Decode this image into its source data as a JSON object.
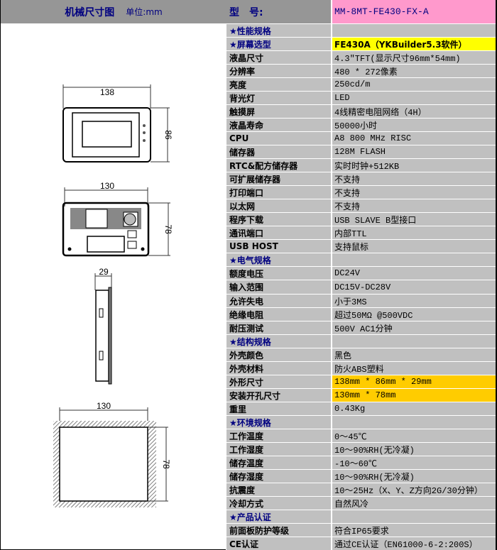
{
  "left_header": {
    "title": "机械尺寸图",
    "unit": "单位:mm"
  },
  "drawings": {
    "front": {
      "width": "138",
      "height": "86"
    },
    "back": {
      "width": "130",
      "height": "78"
    },
    "side": {
      "depth": "29"
    },
    "cutout": {
      "width": "130",
      "height": "78"
    }
  },
  "colors": {
    "pink": "#ff99cc",
    "yellow": "#ffff00",
    "orange": "#ffcc00",
    "navy": "#000080",
    "gray": "#c0c0c0",
    "header_gray": "#969696"
  },
  "rows": [
    {
      "label": "型　号:",
      "value": "MM-8MT-FE430-FX-A",
      "type": "head",
      "bg": "#ff99cc"
    },
    {
      "label": "★性能规格",
      "value": "",
      "type": "section"
    },
    {
      "label": "★屏幕选型",
      "value": "FE430A（YKBuilder5.3软件）",
      "type": "section",
      "bg": "#ffff00",
      "bold": true
    },
    {
      "label": "液晶尺寸",
      "value": "4.3\"TFT(显示尺寸96mm*54mm)"
    },
    {
      "label": "分辨率",
      "value": "480 * 272像素"
    },
    {
      "label": "亮度",
      "value": "250cd/m"
    },
    {
      "label": "背光灯",
      "value": "LED"
    },
    {
      "label": "触摸屏",
      "value": "4线精密电阻网络（4H）"
    },
    {
      "label": "液晶寿命",
      "value": "50000小时"
    },
    {
      "label": "CPU",
      "value": "A8 800 MHz RISC"
    },
    {
      "label": "储存器",
      "value": "128M FLASH"
    },
    {
      "label": "RTC&配方储存器",
      "value": "实时时钟+512KB"
    },
    {
      "label": "可扩展储存器",
      "value": "不支持"
    },
    {
      "label": "打印端口",
      "value": "不支持"
    },
    {
      "label": "以太网",
      "value": "不支持"
    },
    {
      "label": "程序下载",
      "value": "USB SLAVE B型接口"
    },
    {
      "label": "通讯端口",
      "value": "内部TTL"
    },
    {
      "label": "USB HOST",
      "value": "支持鼠标"
    },
    {
      "label": "★电气规格",
      "value": "",
      "type": "section"
    },
    {
      "label": "额度电压",
      "value": "DC24V"
    },
    {
      "label": "输入范围",
      "value": "DC15V-DC28V"
    },
    {
      "label": "允许失电",
      "value": "小于3MS"
    },
    {
      "label": "绝缘电阻",
      "value": "超过50MΩ @500VDC"
    },
    {
      "label": "耐压测试",
      "value": "500V AC1分钟"
    },
    {
      "label": "★结构规格",
      "value": "",
      "type": "section"
    },
    {
      "label": "外壳颜色",
      "value": "黑色"
    },
    {
      "label": "外壳材料",
      "value": "防火ABS塑料"
    },
    {
      "label": "外形尺寸",
      "value": "138mm * 86mm * 29mm",
      "bg": "#ffcc00"
    },
    {
      "label": "安装开孔尺寸",
      "value": "130mm * 78mm",
      "bg": "#ffcc00"
    },
    {
      "label": "重里",
      "value": "0.43Kg"
    },
    {
      "label": "★环境规格",
      "value": "",
      "type": "section"
    },
    {
      "label": "工作温度",
      "value": "0～45℃"
    },
    {
      "label": "工作湿度",
      "value": "10～90%RH(无冷凝)"
    },
    {
      "label": "储存温度",
      "value": "-10～60℃"
    },
    {
      "label": "储存湿度",
      "value": "10～90%RH(无冷凝)"
    },
    {
      "label": "抗震度",
      "value": "10～25Hz（X、Y、Z方向2G/30分钟）"
    },
    {
      "label": "冷却方式",
      "value": "自然风冷"
    },
    {
      "label": "★产品认证",
      "value": "",
      "type": "section"
    },
    {
      "label": "前面板防护等级",
      "value": "符合IP65要求"
    },
    {
      "label": "CE认证",
      "value": "通过CE认证（EN61000-6-2:200S）"
    }
  ]
}
